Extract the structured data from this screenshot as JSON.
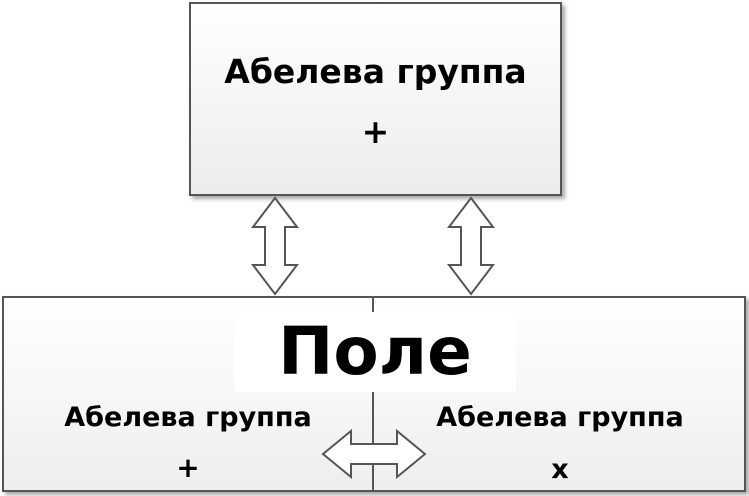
{
  "top_box": {
    "title": "Абелева группа",
    "operation": "+"
  },
  "field_box": {
    "title": "Поле",
    "left_group": {
      "title": "Абелева группа",
      "operation": "+"
    },
    "right_group": {
      "title": "Абелева группа",
      "operation": "x"
    }
  },
  "colors": {
    "border": "#555555",
    "arrow_fill": "#ffffff",
    "text": "#000000"
  },
  "icons": {
    "vertical_arrow": "double-vertical-arrow-icon",
    "horizontal_arrow": "double-horizontal-arrow-icon"
  }
}
